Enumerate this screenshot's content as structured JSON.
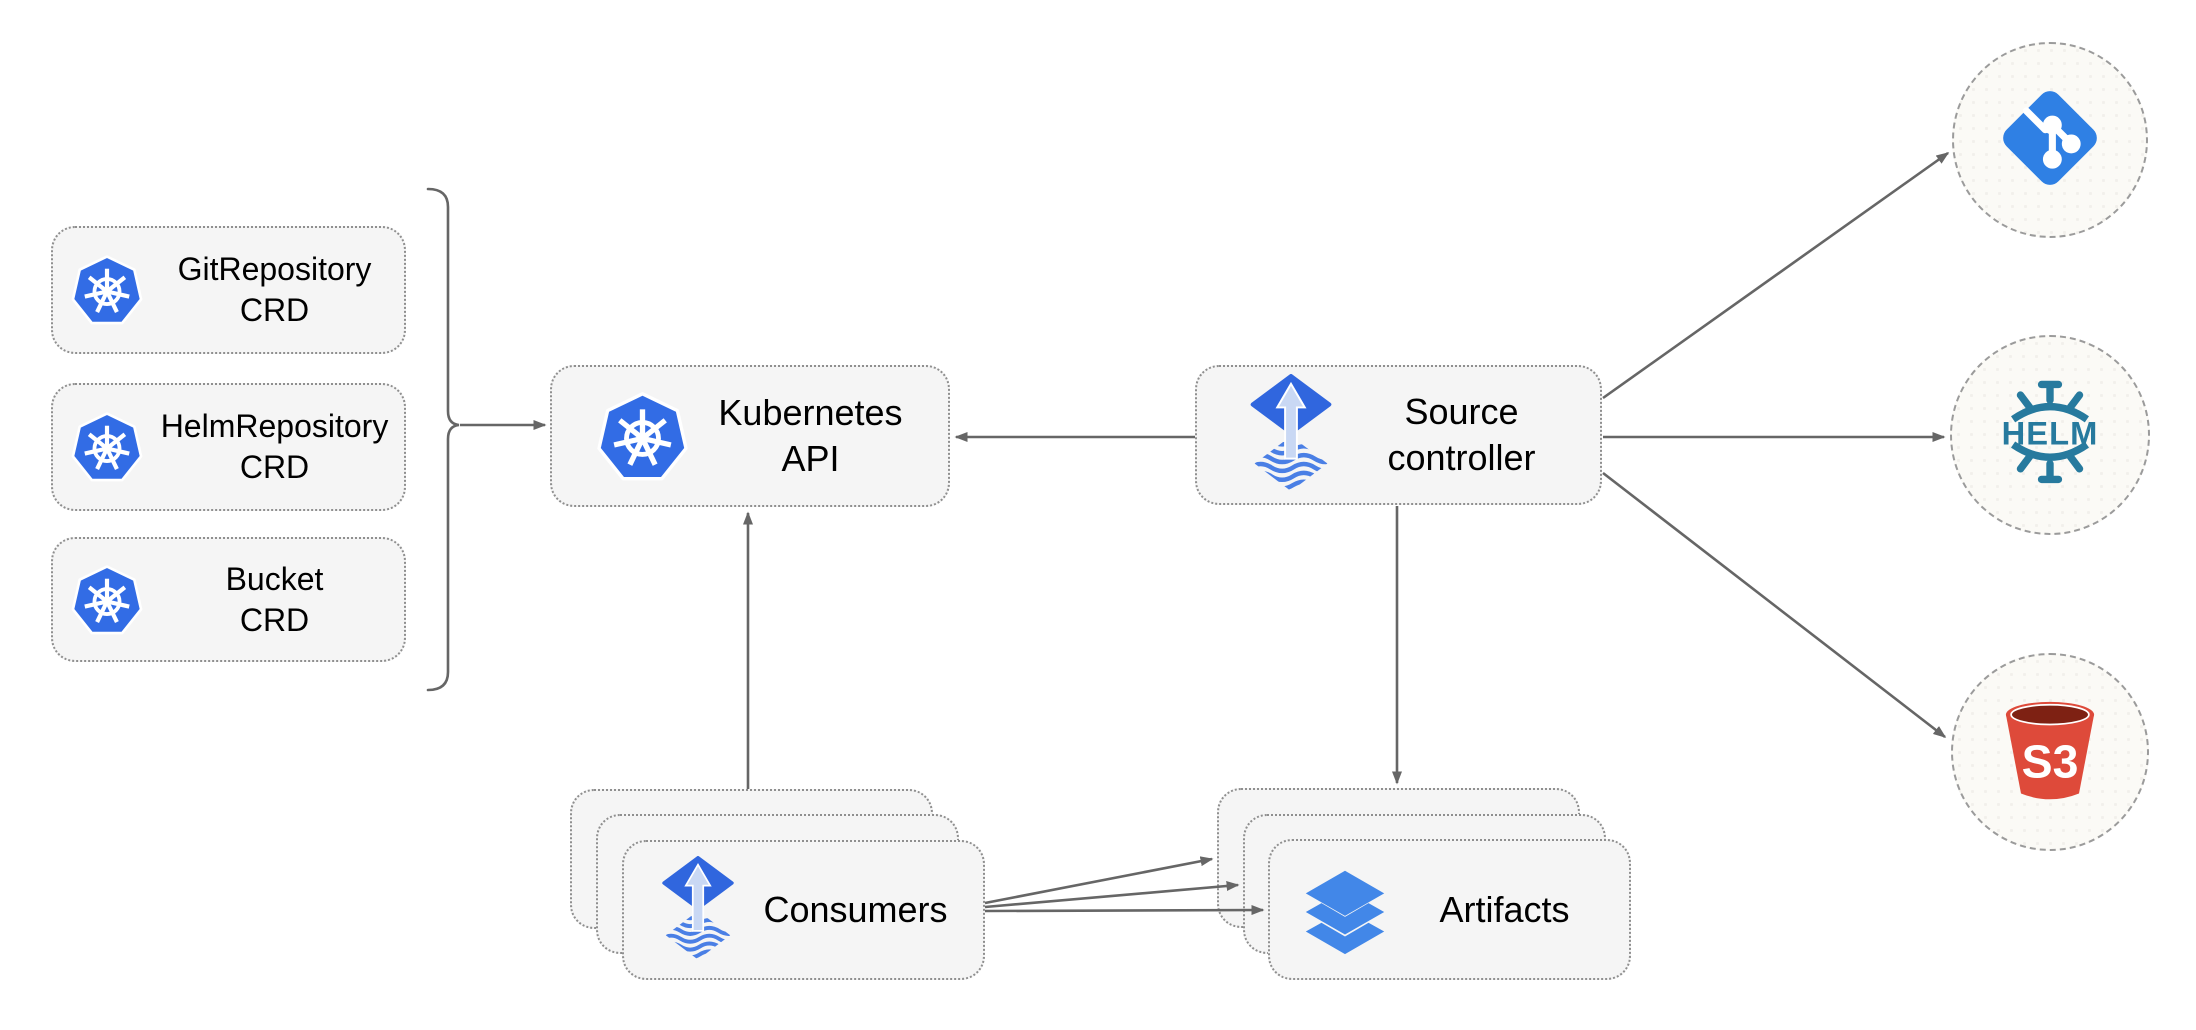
{
  "colors": {
    "k8s-blue": "#326CE5",
    "flux-blue": "#3066DE",
    "flux-blue-light": "#4A7FE5",
    "flux-arrow-fill": "#C9D8F4",
    "git-blue": "#2F80E4",
    "helm-teal": "#277A9E",
    "s3-red": "#DE4A3A",
    "s3-dark": "#7E2113",
    "layers-blue": "#4287E8",
    "arrow-gray": "#666666",
    "box-fill": "#F5F5F5",
    "box-border": "#8F8F8F",
    "circle-fill": "#FBFAF6",
    "circle-border": "#9B9B9B",
    "text-color": "#000000"
  },
  "nodes": {
    "git_repository_crd": {
      "line1": "GitRepository",
      "line2": "CRD"
    },
    "helm_repository_crd": {
      "line1": "HelmRepository",
      "line2": "CRD"
    },
    "bucket_crd": {
      "line1": "Bucket",
      "line2": "CRD"
    },
    "kubernetes_api": {
      "label": "Kubernetes API"
    },
    "source_controller": {
      "line1": "Source",
      "line2": "controller"
    },
    "consumers": {
      "label": "Consumers"
    },
    "artifacts": {
      "label": "Artifacts"
    }
  },
  "external_systems": {
    "git": {
      "name": "Git repository"
    },
    "helm": {
      "name": "Helm repository",
      "text": "HELM"
    },
    "s3": {
      "name": "S3 bucket",
      "text": "S3"
    }
  }
}
